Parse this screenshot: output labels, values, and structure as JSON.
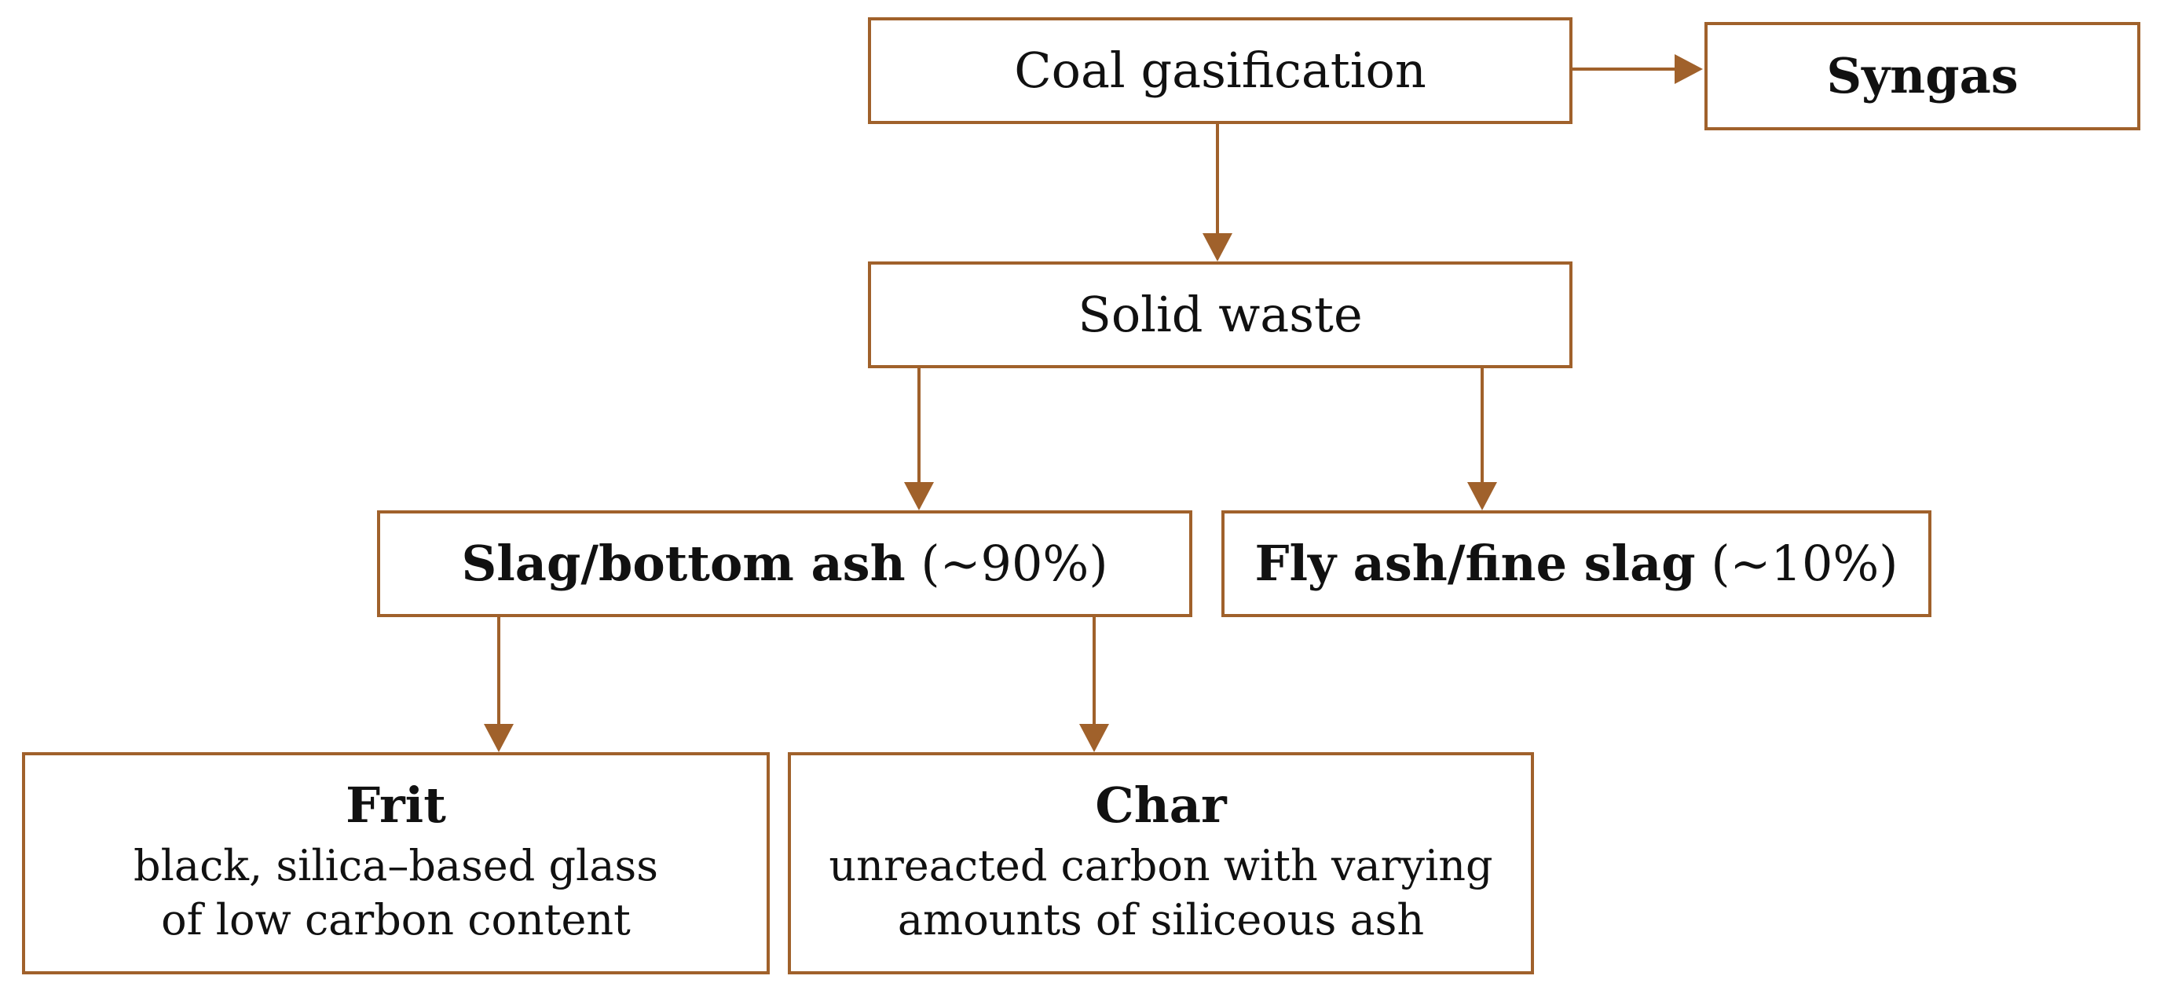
{
  "colors": {
    "accent": "#a0612b",
    "text": "#111111",
    "background": "#ffffff"
  },
  "nodes": {
    "coal": {
      "label": "Coal gasification"
    },
    "syngas": {
      "label": "Syngas"
    },
    "solid": {
      "label": "Solid waste"
    },
    "slag": {
      "label": "Slag/bottom ash",
      "share": "(~90%)"
    },
    "fly": {
      "label": "Fly ash/fine slag",
      "share": "(~10%)"
    },
    "frit": {
      "title": "Frit",
      "desc_line1": "black, silica–based glass",
      "desc_line2": "of low carbon content"
    },
    "char": {
      "title": "Char",
      "desc_line1": "unreacted carbon with varying",
      "desc_line2": "amounts of siliceous ash"
    }
  },
  "connectors": [
    {
      "from": "coal",
      "to": "syngas"
    },
    {
      "from": "coal",
      "to": "solid"
    },
    {
      "from": "solid",
      "to": "slag"
    },
    {
      "from": "solid",
      "to": "fly"
    },
    {
      "from": "slag",
      "to": "frit"
    },
    {
      "from": "slag",
      "to": "char"
    }
  ]
}
